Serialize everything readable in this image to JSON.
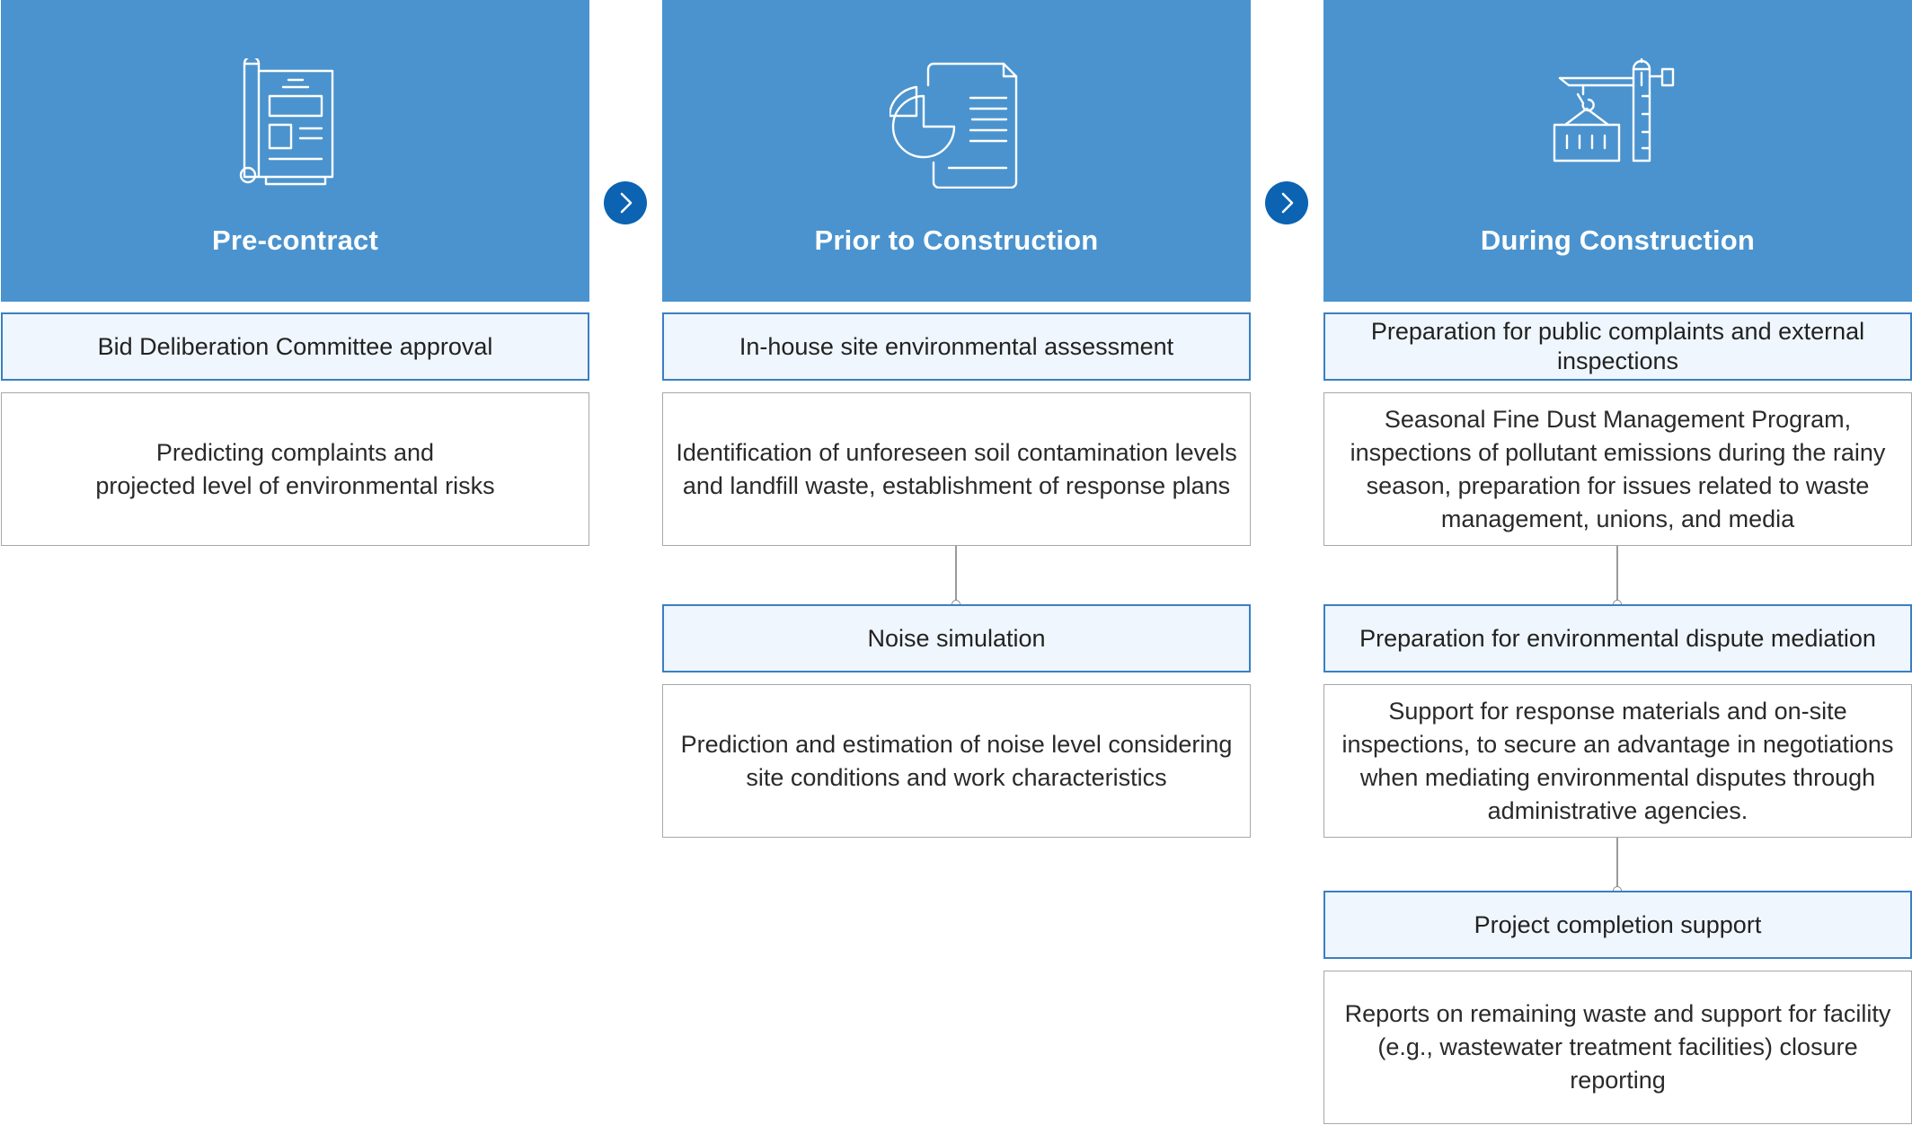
{
  "columns": [
    {
      "title": "Pre-contract",
      "icon": "blueprint-document-icon",
      "steps": [
        {
          "label_lines": [
            "Bid Deliberation Committee approval"
          ],
          "desc_lines": [
            "Predicting complaints and",
            "projected level of environmental risks"
          ]
        }
      ]
    },
    {
      "title": "Prior to Construction",
      "icon": "pie-chart-report-icon",
      "steps": [
        {
          "label_lines": [
            "In-house site environmental assessment"
          ],
          "desc_lines": [
            "Identification of unforeseen soil contamination levels",
            "and landfill waste, establishment of response plans"
          ]
        },
        {
          "label_lines": [
            "Noise simulation"
          ],
          "desc_lines": [
            "Prediction and estimation of noise level considering",
            "site conditions and work characteristics"
          ]
        }
      ]
    },
    {
      "title": "During Construction",
      "icon": "construction-crane-icon",
      "steps": [
        {
          "label_lines": [
            "Preparation for public complaints and external",
            "inspections"
          ],
          "desc_lines": [
            "Seasonal Fine Dust Management Program,",
            "inspections of pollutant emissions during the rainy",
            "season, preparation for issues related to waste",
            "management, unions, and media"
          ]
        },
        {
          "label_lines": [
            "Preparation for environmental dispute mediation"
          ],
          "desc_lines": [
            "Support for response materials and on-site",
            "inspections, to secure an advantage in negotiations",
            "when mediating environmental disputes through",
            "administrative agencies."
          ]
        },
        {
          "label_lines": [
            "Project completion support"
          ],
          "desc_lines": [
            "Reports on remaining waste and support for facility",
            "(e.g., wastewater treatment facilities) closure",
            "reporting"
          ]
        }
      ]
    }
  ],
  "arrows": [
    {
      "icon": "chevron-right-icon"
    },
    {
      "icon": "chevron-right-icon"
    }
  ],
  "colors": {
    "header_bg": "#4a93ce",
    "step_bg": "#eff6fd",
    "step_border": "#3a7fc4",
    "arrow_bg": "#0b63b2",
    "desc_border": "#a8a8a8"
  }
}
